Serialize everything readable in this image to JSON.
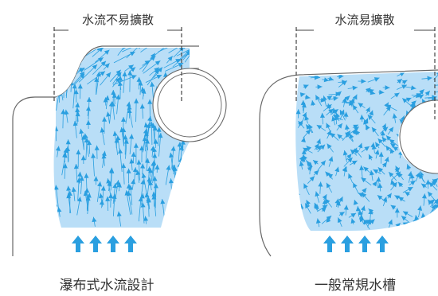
{
  "left_panel": {
    "bracket_label": "水流不易擴散",
    "caption": "瀑布式水流設計"
  },
  "right_panel": {
    "bracket_label": "水流易擴散",
    "caption": "一般常規水槽"
  },
  "colors": {
    "water_fill": "#b9def7",
    "arrow": "#2a9fe0",
    "outline": "#666666",
    "text": "#333333"
  }
}
